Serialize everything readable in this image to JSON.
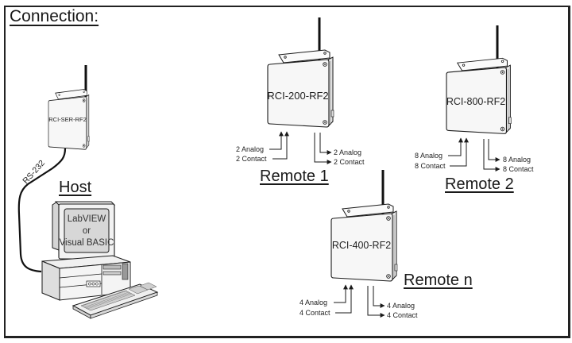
{
  "title": "Connection:",
  "host": {
    "caption": "Host",
    "device_label": "RCI-SER-RF2",
    "cable_label": "RS-232",
    "screen_lines": [
      "LabVIEW",
      "or",
      "Visual BASIC"
    ]
  },
  "remotes": [
    {
      "caption": "Remote 1",
      "device_label": "RCI-200-RF2",
      "inputs": [
        "2 Analog",
        "2 Contact"
      ],
      "outputs": [
        "2 Analog",
        "2 Contact"
      ]
    },
    {
      "caption": "Remote 2",
      "device_label": "RCI-800-RF2",
      "inputs": [
        "8 Analog",
        "8 Contact"
      ],
      "outputs": [
        "8 Analog",
        "8 Contact"
      ]
    },
    {
      "caption": "Remote n",
      "device_label": "RCI-400-RF2",
      "inputs": [
        "4 Analog",
        "4 Contact"
      ],
      "outputs": [
        "4 Analog",
        "4 Contact"
      ]
    }
  ],
  "colors": {
    "line": "#1a1a1a",
    "device_fill": "#f4f4f4",
    "screen_fill": "#dcdcdc",
    "frame": "#222222"
  }
}
